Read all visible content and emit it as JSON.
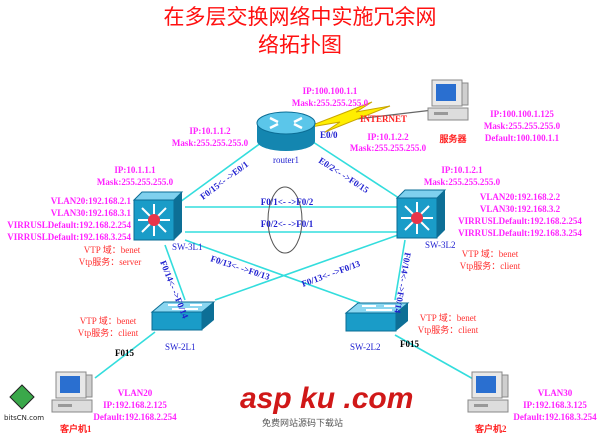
{
  "title": {
    "line1": "在多层交换网络中实施冗余网",
    "line2": "络拓扑图"
  },
  "colors": {
    "title": "#ff1010",
    "ip_labels": "#ff22ff",
    "vtp_labels": "#ff3030",
    "port_labels": "#2020d0",
    "links": "#33dddd",
    "device": "#1a9cc8"
  },
  "router": {
    "name": "router1",
    "e00": "E0/0",
    "wan_ip": "IP:100.100.1.1",
    "wan_mask": "Mask:255.255.255.0",
    "left_ip": "IP:10.1.1.2",
    "left_mask": "Mask:255.255.255.0",
    "right_ip": "IP:10.1.2.2",
    "right_mask": "Mask:255.255.255.0"
  },
  "internet_label": "INTERNET",
  "server": {
    "name": "服务器",
    "ip": "IP:100.100.1.125",
    "mask": "Mask:255.255.255.0",
    "default": "Default:100.100.1.1"
  },
  "sw3l1": {
    "name": "SW-3L1",
    "ip": "IP:10.1.1.1",
    "mask": "Mask:255.255.255.0",
    "vlan20": "VLAN20:192.168.2.1",
    "vlan30": "VLAN30:192.168.3.1",
    "vrrp1": "VIRRUSLDefault:192.168.2.254",
    "vrrp2": "VIRRUSLDefault:192.168.3.254",
    "vtp_domain": "VTP 域：benet",
    "vtp_mode": "Vtp服务：server"
  },
  "sw3l2": {
    "name": "SW-3L2",
    "ip": "IP:10.1.2.1",
    "mask": "Mask:255.255.255.0",
    "vlan20": "VLAN20:192.168.2.2",
    "vlan30": "VLAN30:192.168.3.2",
    "vrrp1": "VIRRUSLDefault:192.168.2.254",
    "vrrp2": "VIRRUSLDefault:192.168.3.254",
    "vtp_domain": "VTP 域：benet",
    "vtp_mode": "Vtp服务：client"
  },
  "sw2l1": {
    "name": "SW-2L1",
    "vtp_domain": "VTP 域：benet",
    "vtp_mode": "Vtp服务：client",
    "port": "F015"
  },
  "sw2l2": {
    "name": "SW-2L2",
    "vtp_domain": "VTP 域：benet",
    "vtp_mode": "Vtp服务：client",
    "port": "F015"
  },
  "ports": {
    "r_sw1": "F0/15<- ->E0/1",
    "r_sw2": "E0/2<- ->F0/15",
    "trunk1": "F0/1<- ->F0/2",
    "trunk2": "F0/2<- ->F0/1",
    "sw1_2l1": "F0/14<- ->F0/14",
    "sw2_2l2": "F0/14<- ->F0/14",
    "cross1": "F0/13<- ->F0/13",
    "cross2": "F0/13<- ->F0/13"
  },
  "client1": {
    "name": "客户机1",
    "vlan": "VLAN20",
    "ip": "IP:192.168.2.125",
    "default": "Default:192.168.2.254"
  },
  "client2": {
    "name": "客户机2",
    "vlan": "VLAN30",
    "ip": "IP:192.168.3.125",
    "default": "Default:192.168.3.254"
  },
  "watermarks": {
    "left": "bitsCN.com",
    "right": "asp ku .com",
    "right_sub": "免费网站源码下载站"
  }
}
